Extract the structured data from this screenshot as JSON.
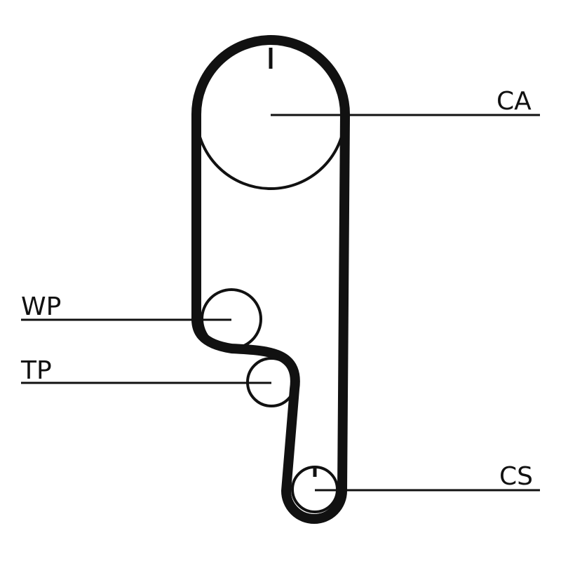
{
  "labels": {
    "camshaft": "CA",
    "water_pump": "WP",
    "tensioner": "TP",
    "crankshaft": "CS"
  },
  "colors": {
    "ink": "#111111",
    "background": "#ffffff"
  }
}
